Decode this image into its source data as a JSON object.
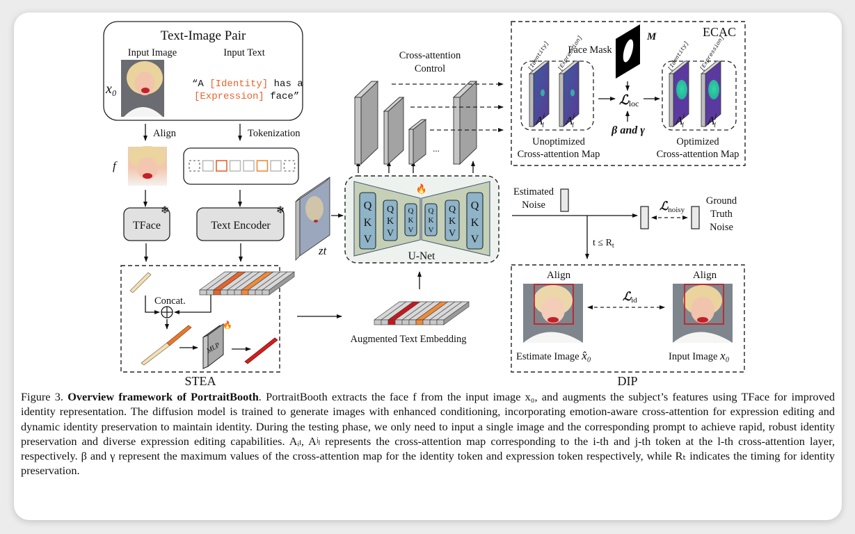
{
  "figure": {
    "text_image_pair": {
      "title": "Text-Image Pair",
      "input_image_label": "Input Image",
      "input_text_label": "Input Text",
      "x0_symbol": "x₀",
      "prompt_part1": "“A ",
      "prompt_identity": "[Identity]",
      "prompt_part2": " has a",
      "prompt_expression": "[Expression]",
      "prompt_part3": " face”"
    },
    "align_label": "Align",
    "tokenization_label": "Tokenization",
    "f_symbol": "f",
    "tface_label": "TFace",
    "text_encoder_label": "Text Encoder",
    "zt_symbol": "zt",
    "stea": {
      "label": "STEA",
      "concat_label": "Concat.",
      "mlp_label": "MLP"
    },
    "unet": {
      "label": "U-Net",
      "blocks": [
        {
          "q": "Q",
          "k": "K",
          "v": "V"
        },
        {
          "q": "Q",
          "k": "K",
          "v": "V"
        },
        {
          "q": "Q",
          "k": "K",
          "v": "V"
        },
        {
          "q": "Q",
          "k": "K",
          "v": "V"
        },
        {
          "q": "Q",
          "k": "K",
          "v": "V"
        },
        {
          "q": "Q",
          "k": "K",
          "v": "V"
        }
      ]
    },
    "augmented_embedding_label": "Augmented Text Embedding",
    "cross_attention_control": {
      "line1": "Cross-attention",
      "line2": "Control",
      "ellipsis": "..."
    },
    "ecac": {
      "label": "ECAC",
      "face_mask_label": "Face Mask",
      "m_symbol": "M",
      "loss_loc": "ℒ",
      "loss_loc_sub": "loc",
      "beta_gamma": "β and γ",
      "identity_tag": "[Identity]",
      "expression_tag": "[Expression]",
      "a_i": "A",
      "a_i_sup": "i",
      "a_j_sup": "j",
      "a_sub": "l",
      "unoptimized_line1": "Unoptimized",
      "unoptimized_line2": "Cross-attention Map",
      "optimized_line1": "Optimized",
      "optimized_line2": "Cross-attention Map"
    },
    "noise": {
      "estimated_line1": "Estimated",
      "estimated_line2": "Noise",
      "loss_noisy": "ℒ",
      "loss_noisy_sub": "noisy",
      "ground_line1": "Ground",
      "ground_line2": "Truth",
      "ground_line3": "Noise",
      "timing": "t ≤ R",
      "timing_sub": "t"
    },
    "dip": {
      "label": "DIP",
      "align_left": "Align",
      "align_right": "Align",
      "loss_id": "ℒ",
      "loss_id_sub": "id",
      "estimate_label": "Estimate Image ",
      "estimate_symbol": "x̂₀",
      "input_label": "Input Image ",
      "input_symbol": "x₀"
    },
    "colors": {
      "ecac_blue": "#4a6fc1",
      "token_orange": "#e8632a",
      "align_red": "#c8161d",
      "unet_green": "#c5d0b6",
      "qkv_blue": "#8fb3c7"
    }
  },
  "caption": {
    "fig_num": "Figure 3. ",
    "title": "Overview framework of PortraitBooth",
    "text": ". PortraitBooth extracts the face f from the input image x₀, and augments the subject’s features using TFace for improved identity representation. The diffusion model is trained to generate images with enhanced conditioning, incorporating emotion-aware cross-attention for expression editing and dynamic identity preservation to maintain identity. During the testing phase, we only need to input a single image and the corresponding prompt to achieve rapid, robust identity preservation and diverse expression editing capabilities. Aᵢₗ, Aʲₗ represents the cross-attention map corresponding to the i-th and j-th token at the l-th cross-attention layer, respectively. β and γ represent the maximum values of the cross-attention map for the identity token and expression token respectively, while Rₜ indicates the timing for identity preservation."
  }
}
